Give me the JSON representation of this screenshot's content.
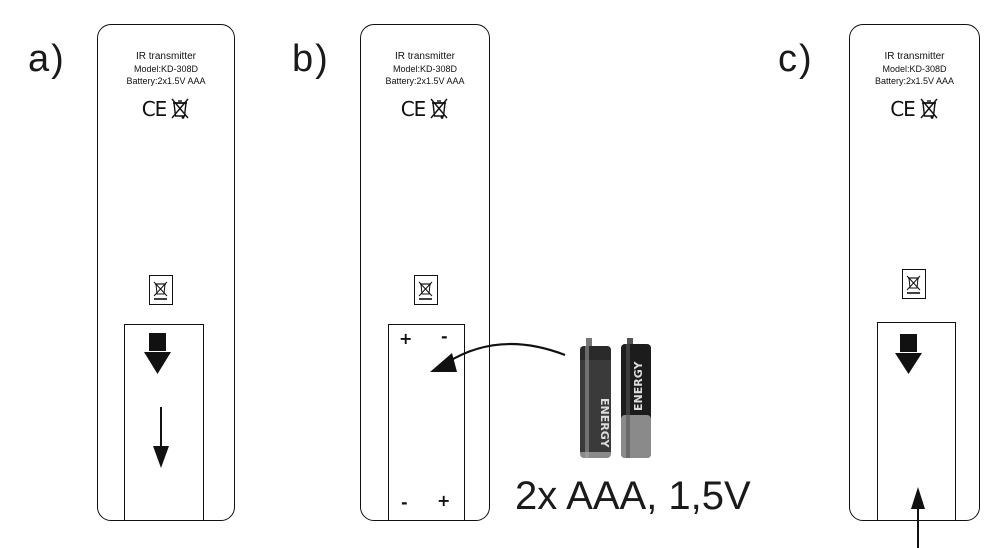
{
  "steps": {
    "a": {
      "label": "a)"
    },
    "b": {
      "label": "b)"
    },
    "c": {
      "label": "c)"
    }
  },
  "remote_info": {
    "title": "IR transmitter",
    "model": "Model:KD-308D",
    "battery": "Battery:2x1.5V AAA",
    "ce_mark": "CE"
  },
  "polarity": {
    "plus": "+",
    "minus": "-"
  },
  "battery_brand": "ENERGY",
  "battery_caption": "2x AAA, 1,5V",
  "icons": [
    "weee-bin-icon",
    "ce-mark-icon",
    "down-arrow-icon",
    "up-arrow-icon",
    "curved-arrow-icon",
    "battery-icon"
  ],
  "colors": {
    "ink": "#111111",
    "battery_dark": "#1c1c1c",
    "battery_gray": "#8a8a8a"
  }
}
